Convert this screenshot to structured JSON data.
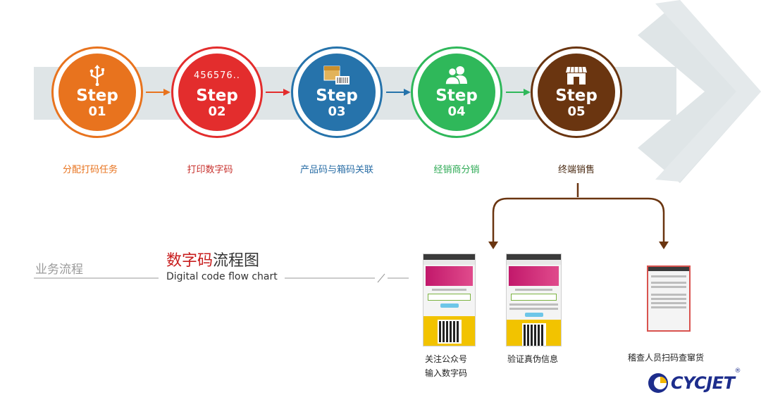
{
  "steps": [
    {
      "word": "Step",
      "num": "01",
      "label": "分配打码任务",
      "icon": "usb-icon",
      "color": "#e8731e",
      "label_color": "#e8731e"
    },
    {
      "word": "Step",
      "num": "02",
      "label": "打印数字码",
      "icon_text": "456576..",
      "icon": "digits-icon",
      "color": "#e32d2d",
      "label_color": "#c8312d"
    },
    {
      "word": "Step",
      "num": "03",
      "label": "产品码与箱码关联",
      "icon": "box-barcode-icon",
      "color": "#2673ab",
      "label_color": "#2a6ea6"
    },
    {
      "word": "Step",
      "num": "04",
      "label": "经销商分销",
      "icon": "users-icon",
      "color": "#2fb85a",
      "label_color": "#2eaa55"
    },
    {
      "word": "Step",
      "num": "05",
      "label": "终端销售",
      "icon": "storefront-icon",
      "color": "#6a3510",
      "label_color": "#4a2a12"
    }
  ],
  "section": {
    "category": "业务流程",
    "title_red": "数字码",
    "title_rest": "流程图",
    "subtitle": "Digital code flow chart"
  },
  "phones": {
    "caption1_line1": "关注公众号",
    "caption1_line2": "输入数字码",
    "caption2": "验证真伪信息",
    "caption3": "稽查人员扫码查窜货"
  },
  "brand": {
    "name": "CYCJET",
    "registered": "®",
    "color": "#1d2d8c",
    "accent": "#f2b600"
  },
  "colors": {
    "band": "#dfe5e7",
    "arrow": "#6a3510"
  }
}
